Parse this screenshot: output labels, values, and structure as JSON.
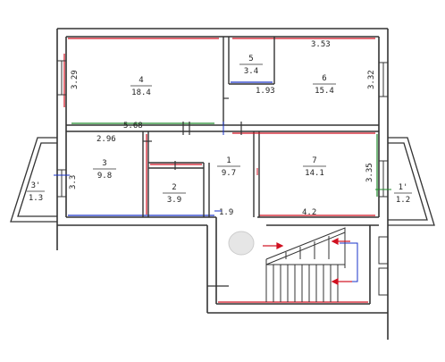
{
  "rooms": [
    {
      "id": "4",
      "area": "18.4"
    },
    {
      "id": "5",
      "area": "3.4"
    },
    {
      "id": "6",
      "area": "15.4"
    },
    {
      "id": "3",
      "area": "9.8"
    },
    {
      "id": "2",
      "area": "3.9"
    },
    {
      "id": "1",
      "area": "9.7"
    },
    {
      "id": "7",
      "area": "14.1"
    },
    {
      "id": "3'",
      "area": "1.3"
    },
    {
      "id": "1'",
      "area": "1.2"
    }
  ],
  "dimensions": {
    "top_right": "3.53",
    "left_upper": "3.29",
    "right_upper": "3.32",
    "corridor": "5.68",
    "room3_width": "2.96",
    "room3_height": "3.3",
    "right_lower": "3.35",
    "room5_width": "1.93",
    "hall_bottom": "1.9",
    "room7_bottom": "4.2"
  },
  "colors": {
    "wall": "#333333",
    "red": "#d01020",
    "blue": "#1a33c8",
    "green": "#1f8a2a"
  }
}
